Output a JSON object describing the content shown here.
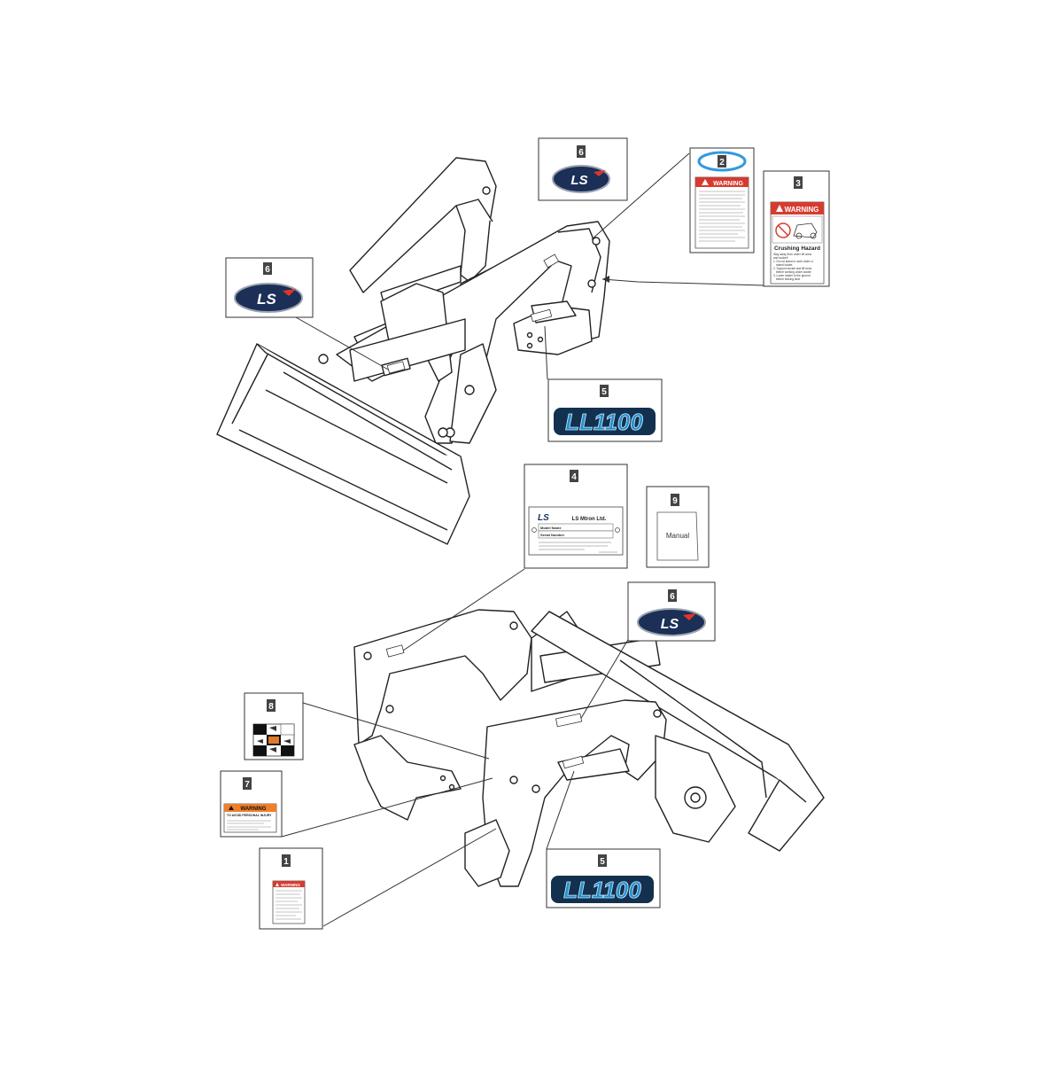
{
  "colors": {
    "highlight_ring": "#3399dd",
    "warning_red": "#d63b2f",
    "warning_orange": "#f07f2a",
    "ls_navy": "#1b2f57",
    "ls_red": "#e0352b",
    "ll_blue": "#1f8fd0",
    "line": "#333333"
  },
  "callouts": {
    "c6_top": {
      "number": "6",
      "part": "ls-logo-decal"
    },
    "c6_left": {
      "number": "6",
      "part": "ls-logo-decal"
    },
    "c6_bottom": {
      "number": "6",
      "part": "ls-logo-decal"
    },
    "c2": {
      "number": "2",
      "part": "warning-decal"
    },
    "c3": {
      "number": "3",
      "part": "crushing-hazard-decal"
    },
    "c5_top": {
      "number": "5",
      "part": "model-decal"
    },
    "c5_bottom": {
      "number": "5",
      "part": "model-decal"
    },
    "c4": {
      "number": "4",
      "part": "serial-plate"
    },
    "c9": {
      "number": "9",
      "part": "manual"
    },
    "c8": {
      "number": "8",
      "part": "control-pictogram-decal"
    },
    "c7": {
      "number": "7",
      "part": "warning-decal"
    },
    "c1": {
      "number": "1",
      "part": "warning-decal"
    }
  },
  "decals": {
    "ls_logo_text": "LS",
    "warning_word": "WARNING",
    "crushing_title": "Crushing Hazard",
    "crushing_lines": [
      "Stay away from under lift arms",
      "and bucket!",
      "1. Do not stand or work under a",
      "raised loader.",
      "2. Support bucket and lift arms",
      "before working under loader.",
      "3. Lower loader to the ground",
      "before leaving seat."
    ],
    "model_text": "LL1100",
    "plate_company": "LS Mtron Ltd.",
    "plate_model_label": "Model Name",
    "plate_serial_label": "Serial Number",
    "manual_label": "Manual",
    "warning7_line": "TO AVOID PERSONAL INJURY"
  }
}
